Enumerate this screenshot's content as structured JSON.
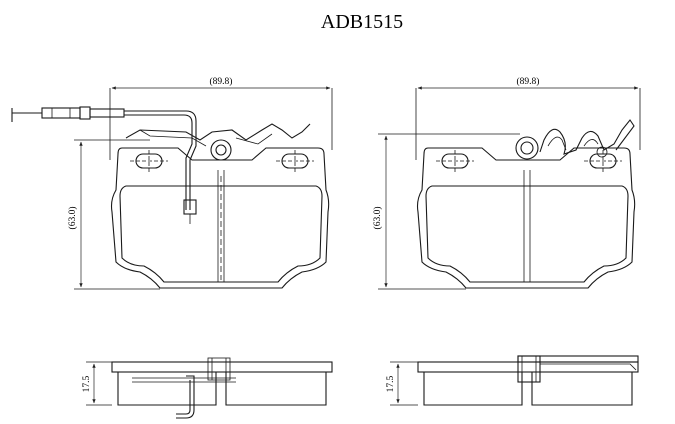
{
  "title": "ADB1515",
  "views": {
    "left_front": {
      "width_label": "(89.8)",
      "height_label": "(63.0)"
    },
    "right_front": {
      "width_label": "(89.8)",
      "height_label": "(63.0)"
    },
    "left_side": {
      "thickness_label": "17.5"
    },
    "right_side": {
      "thickness_label": "17.5"
    }
  }
}
